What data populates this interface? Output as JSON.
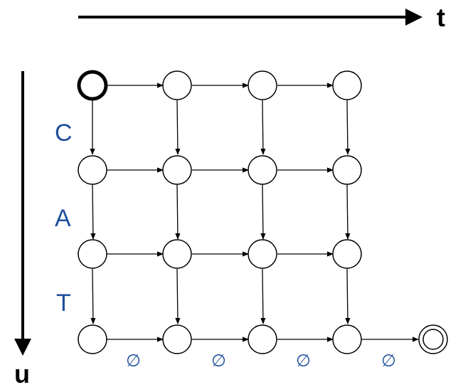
{
  "axes": {
    "time_label": "t",
    "output_label": "u"
  },
  "tokens": [
    "C",
    "A",
    "T"
  ],
  "blank_symbol": "∅",
  "grid": {
    "rows": 4,
    "cols": 4
  },
  "colors": {
    "node_stroke": "#000000",
    "edge": "#000000",
    "token_text": "#1f4e9c",
    "blank_text": "#1f4e9c",
    "background": "#ffffff"
  }
}
